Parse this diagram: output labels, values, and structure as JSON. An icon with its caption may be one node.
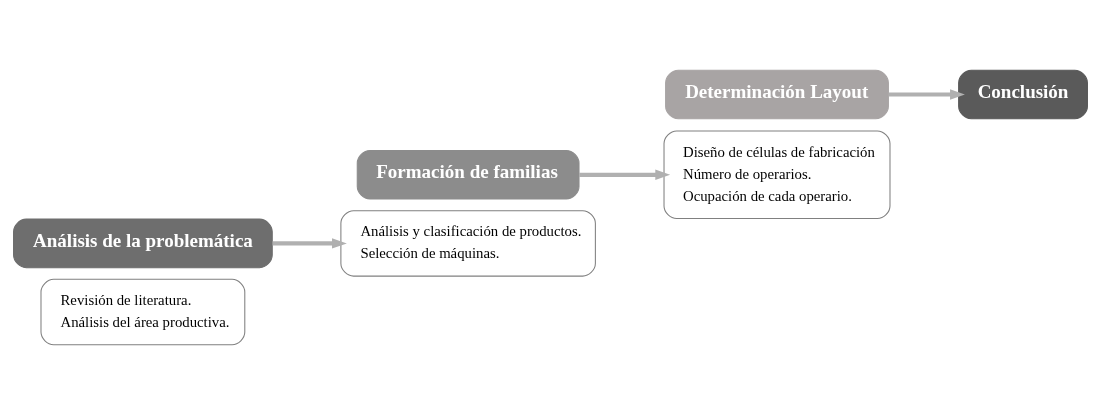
{
  "diagram": {
    "nodes": [
      {
        "text": [
          "Revisión de literatura.",
          "Análisis del área productiva."
        ]
      },
      {
        "text": [
          "Análisis de la problemática"
        ]
      },
      {
        "text": [
          "Formación de familias"
        ]
      },
      {
        "text": [
          "Análisis y clasificación de productos.",
          "Selección de máquinas."
        ]
      },
      {
        "text": [
          "Diseño de células de fabricación",
          "Número de operarios.",
          "Ocupación de cada operario."
        ]
      },
      {
        "text": [
          "Determinación Layout"
        ]
      },
      {
        "text": [
          "Conclusión"
        ]
      }
    ],
    "edges": [
      {
        "from": 1,
        "to": 3,
        "arrow": "to"
      },
      {
        "from": 2,
        "to": 4,
        "arrow": "to"
      },
      {
        "from": 5,
        "to": 6,
        "arrow": "to"
      }
    ]
  }
}
